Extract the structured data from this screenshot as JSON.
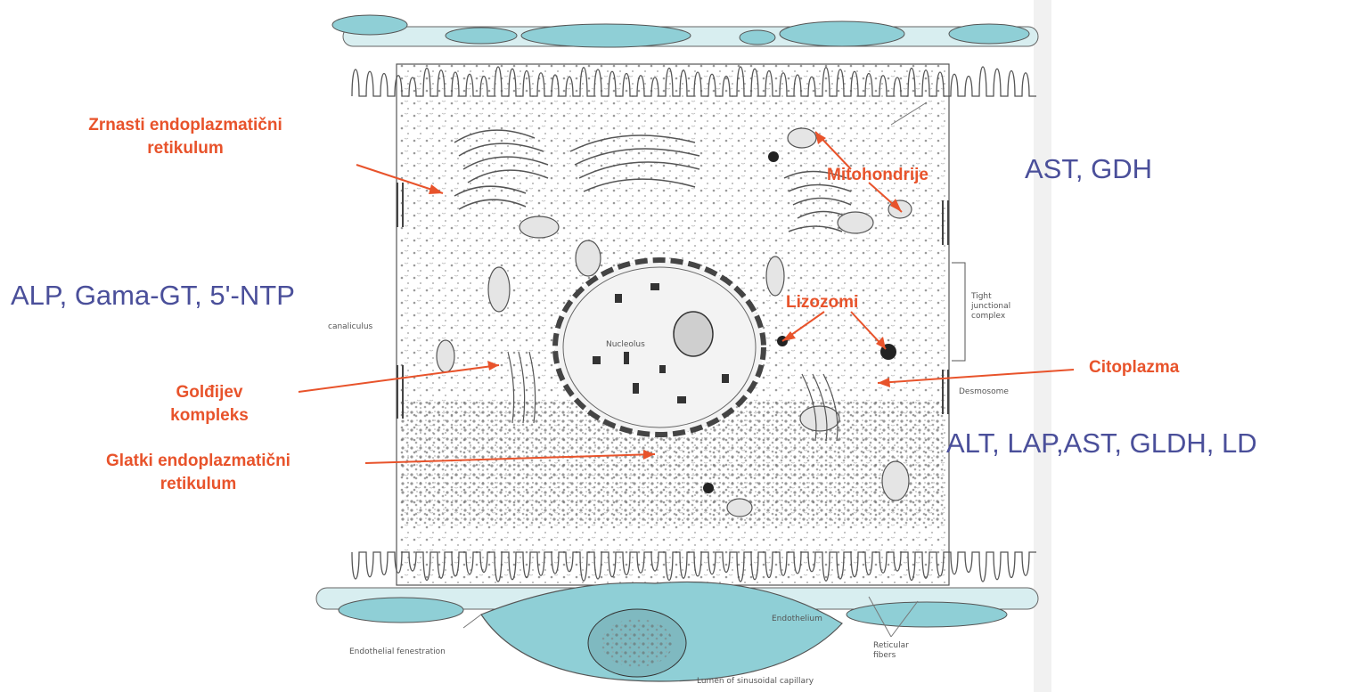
{
  "labels": {
    "zrnasti": "Zrnasti endoplazmatični\nretikulum",
    "mitohondrije": "Mitohondrije",
    "lizozomi": "Lizozomi",
    "goldijev": "Golđijev\nkompleks",
    "citoplazma": "Citoplazma",
    "glatki": "Glatki endoplazmatični\nretikulum"
  },
  "enzymes": {
    "mito": "AST, GDH",
    "membrane": "ALP, Gama-GT, 5'-NTP",
    "cyto": "ALT, LAP,AST, GLDH, LD"
  },
  "small_labels": {
    "canaliculus": "canaliculus",
    "tight_junction": "Tight\njunctional\ncomplex",
    "desmosome": "Desmosome",
    "endothelial": "Endothelial fenestration",
    "reticular": "Reticular\nfibers",
    "lumen": "Lumen of sinusoidal capillary",
    "nucleolus": "Nucleolus",
    "endothelium": "Endothelium"
  },
  "colors": {
    "label_red": "#e8532b",
    "enzyme_blue": "#4a4f9a",
    "endothelium": "#8fcfd6",
    "line": "#555555"
  }
}
